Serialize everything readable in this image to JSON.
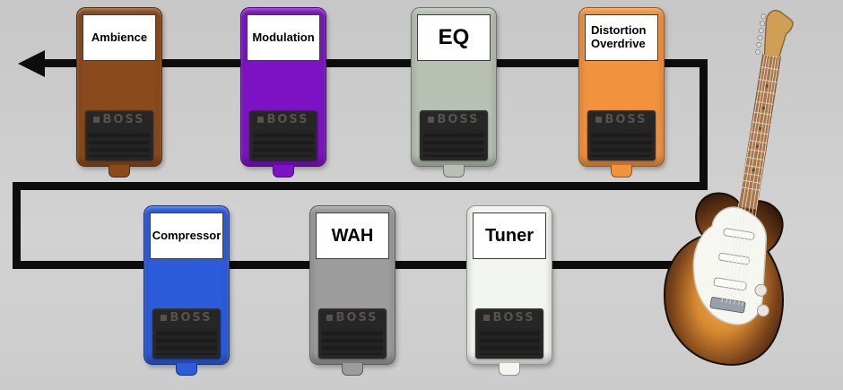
{
  "diagram": {
    "boss_logo": "BOSS",
    "signal_line_color": "#0d0d0d",
    "icons": {
      "guitar": "electric-guitar",
      "output_arrow": "arrow-left"
    },
    "pedals": [
      {
        "id": "ambience",
        "label": "Ambience",
        "color": "#8a4a1c",
        "row": "top"
      },
      {
        "id": "modulation",
        "label": "Modulation",
        "color": "#7e13c6",
        "row": "top"
      },
      {
        "id": "eq",
        "label": "EQ",
        "color": "#b8c0b3",
        "row": "top"
      },
      {
        "id": "distortion-overdrive",
        "label": "Distortion Overdrive",
        "color": "#f2923e",
        "row": "top"
      },
      {
        "id": "compressor",
        "label": "Compressor",
        "color": "#2d5cdb",
        "row": "bottom"
      },
      {
        "id": "wah",
        "label": "WAH",
        "color": "#9c9c9c",
        "row": "bottom"
      },
      {
        "id": "tuner",
        "label": "Tuner",
        "color": "#f3f5f1",
        "row": "bottom"
      }
    ]
  }
}
